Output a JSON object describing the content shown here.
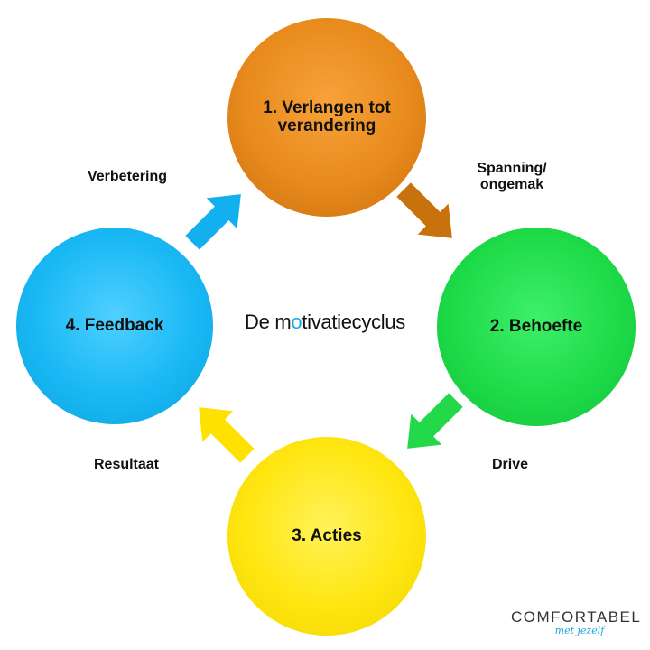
{
  "stages": {
    "s1": "1. Verlangen tot verandering",
    "s2": "2. Behoefte",
    "s3": "3. Acties",
    "s4": "4. Feedback"
  },
  "transitions": {
    "t1": "Spanning/\nongemak",
    "t2": "Drive",
    "t3": "Resultaat",
    "t4": "Verbetering"
  },
  "center_title": {
    "part1": "De m",
    "accent": "o",
    "part2": "tivatiecyclus"
  },
  "logo": {
    "main": "COMFORTABEL",
    "sub": "met jezelf"
  },
  "colors": {
    "stage1": "#e88a1c",
    "stage2": "#1edb48",
    "stage3": "#ffe610",
    "stage4": "#19b8f4",
    "arrow1": "#c8720e",
    "arrow2": "#23d94a",
    "arrow3": "#ffe100",
    "arrow4": "#12b0ee",
    "logo_accent": "#1aa6e0"
  }
}
